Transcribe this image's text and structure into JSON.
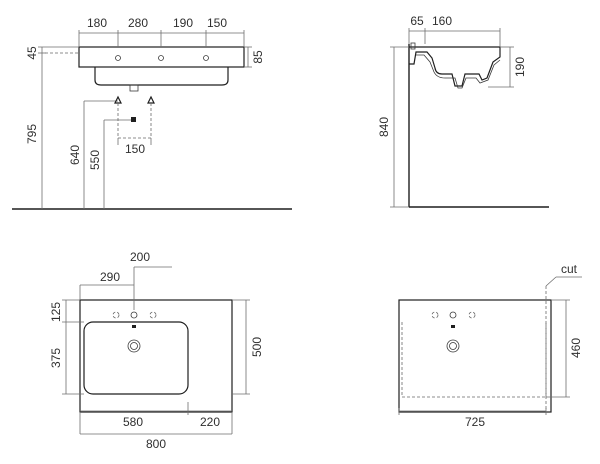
{
  "colors": {
    "ink": "#1f1f1f",
    "dimension": "#6e6e6e",
    "background": "#ffffff"
  },
  "front_view": {
    "top_dims": [
      "180",
      "280",
      "190",
      "150"
    ],
    "left_dims": {
      "top": "45",
      "height": "795",
      "supply": "640",
      "drain": "550"
    },
    "right_dim": "85",
    "bottom_dim": "150"
  },
  "side_view": {
    "top_dims": [
      "65",
      "160"
    ],
    "right_dim": "190",
    "left_dim": "840"
  },
  "plan_view": {
    "top_dims": [
      "200",
      "290"
    ],
    "left_dims": [
      "125",
      "375"
    ],
    "right_dim": "500",
    "bottom_dims": [
      "580",
      "220"
    ],
    "total_width": "800"
  },
  "cut_view": {
    "cut_label": "cut",
    "right_dim": "460",
    "bottom_dim": "725"
  }
}
